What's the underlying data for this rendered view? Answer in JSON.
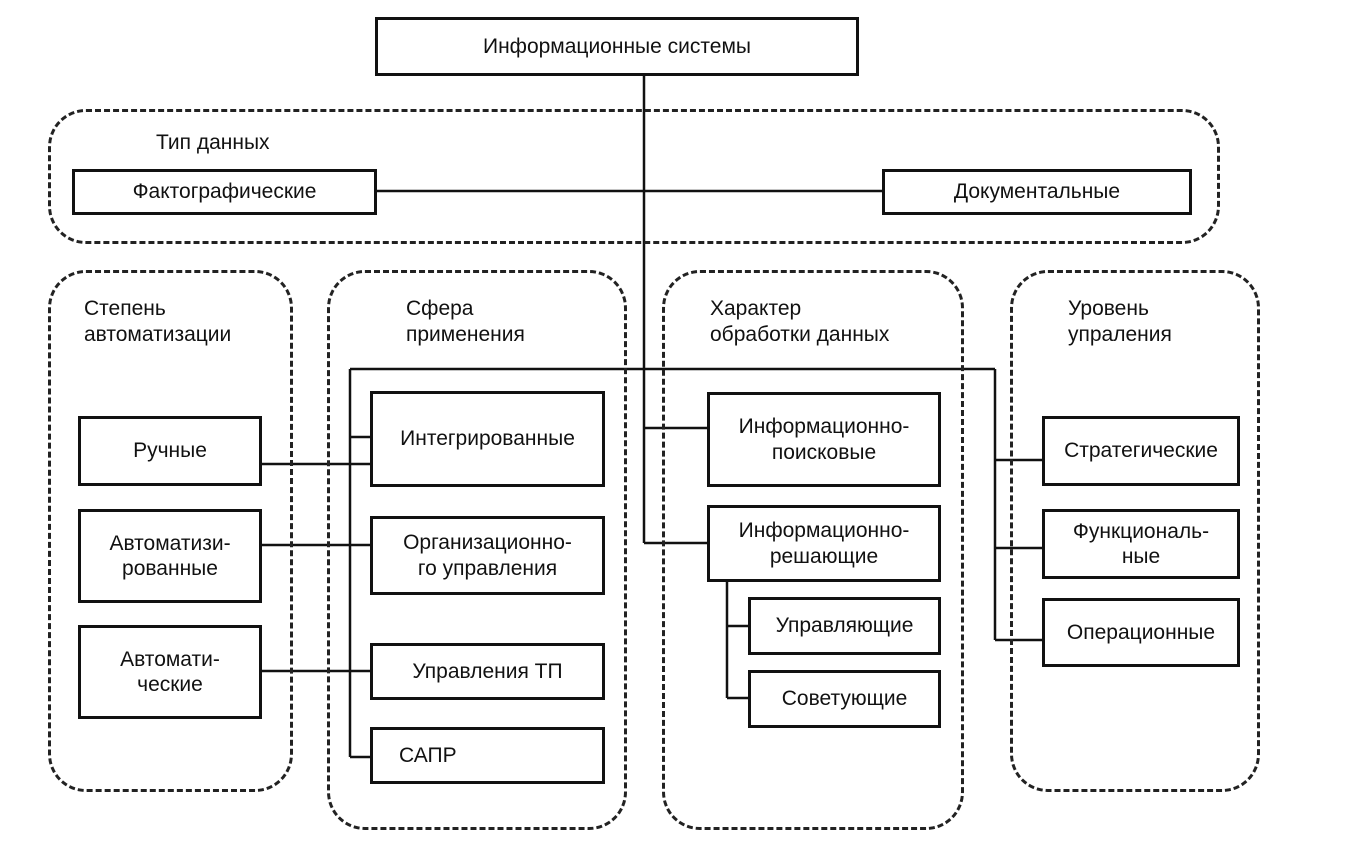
{
  "root": "Информационные системы",
  "data_type": {
    "title": "Тип данных",
    "items": [
      "Фактографические",
      "Документальные"
    ]
  },
  "automation": {
    "title": "Степень\nавтоматизации",
    "items": [
      "Ручные",
      "Автоматизи-\nрованные",
      "Автомати-\nческие"
    ]
  },
  "application": {
    "title": "Сфера\nприменения",
    "items": [
      "Интегрированные",
      "Организационно-\nго управления",
      "Управления ТП",
      "САПР"
    ]
  },
  "processing": {
    "title": "Характер\nобработки данных",
    "items": [
      "Информационно-\nпоисковые",
      "Информационно-\nрешающие"
    ],
    "subitems": [
      "Управляющие",
      "Советующие"
    ]
  },
  "management": {
    "title": "Уровень\nупраления",
    "items": [
      "Стратегические",
      "Функциональ-\nные",
      "Операционные"
    ]
  }
}
